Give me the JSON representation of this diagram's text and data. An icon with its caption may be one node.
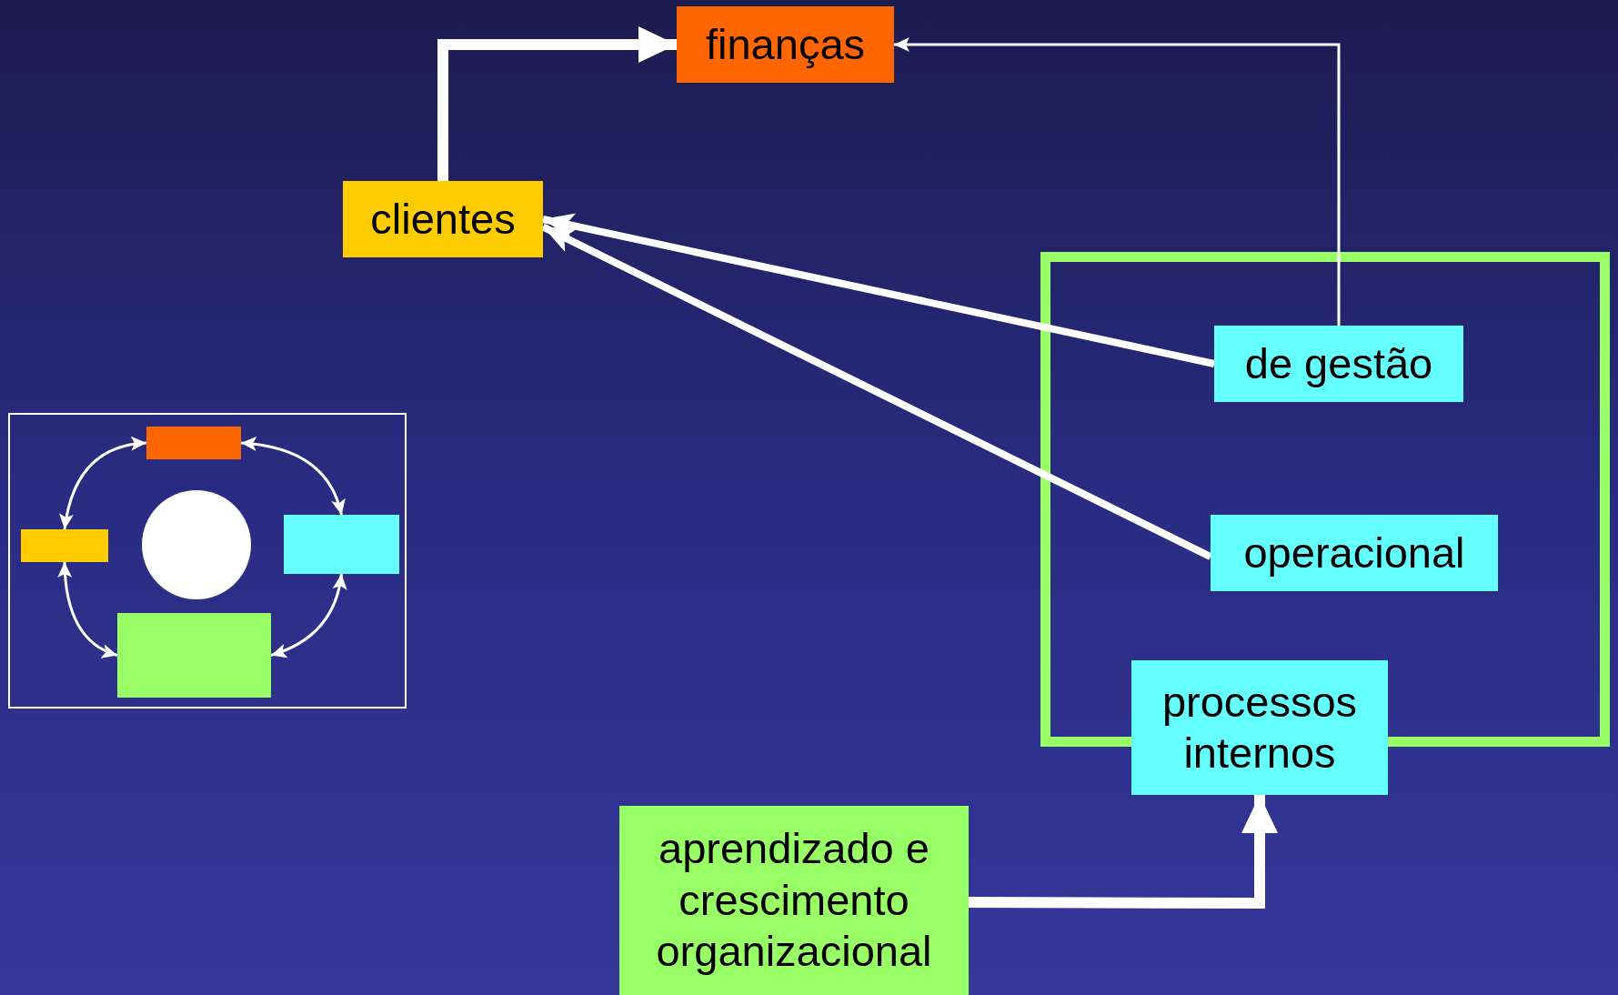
{
  "diagram": {
    "nodes": [
      {
        "text": [
          "finanças"
        ]
      },
      {
        "text": [
          "clientes"
        ]
      },
      {
        "text": [],
        "shape": "box"
      },
      {
        "text": [
          "de gestão"
        ],
        "in": 2
      },
      {
        "text": [
          "operacional"
        ],
        "in": 2
      },
      {
        "text": [
          "processos internos"
        ]
      },
      {
        "text": [
          "aprendizado e crescimento organizacional"
        ]
      },
      {
        "text": [],
        "shape": "box"
      },
      {
        "text": [],
        "shape": "box",
        "in": 7
      },
      {
        "text": [],
        "shape": "box",
        "in": 7
      },
      {
        "text": [],
        "shape": "circle",
        "in": 7
      },
      {
        "text": [],
        "shape": "box",
        "in": 7
      },
      {
        "text": [],
        "shape": "box",
        "in": 7
      }
    ],
    "edges": [
      {
        "from": 1,
        "to": 0,
        "arrow": "to",
        "style": "thick"
      },
      {
        "from": 3,
        "to": 0,
        "arrow": "to"
      },
      {
        "from": 3,
        "to": 1,
        "arrow": "to",
        "style": "thick"
      },
      {
        "from": 4,
        "to": 1,
        "arrow": "to",
        "style": "thick"
      },
      {
        "from": 6,
        "to": 5,
        "arrow": "to",
        "style": "thick"
      },
      {
        "from": 8,
        "to": 9,
        "arrow": "both"
      },
      {
        "from": 8,
        "to": 11,
        "arrow": "both"
      },
      {
        "from": 11,
        "to": 12,
        "arrow": "both"
      },
      {
        "from": 9,
        "to": 12,
        "arrow": "both"
      }
    ]
  }
}
